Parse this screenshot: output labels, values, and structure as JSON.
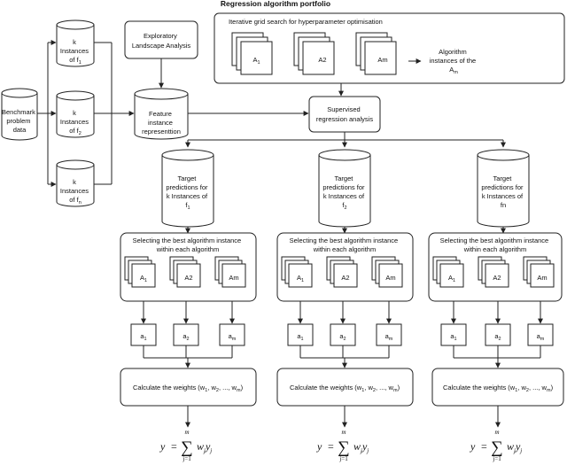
{
  "title": "Regression algorithm portfolio",
  "benchmark": {
    "line1": "Benchmark",
    "line2": "problem",
    "line3": "data"
  },
  "instance_dbs": [
    {
      "l1": "k",
      "l2": "Instances",
      "l3": "of f",
      "sub": "1"
    },
    {
      "l1": "k",
      "l2": "Instances",
      "l3": "of f",
      "sub": "2"
    },
    {
      "l1": "k",
      "l2": "Instances",
      "l3": "of f",
      "sub": "n"
    }
  ],
  "ela": {
    "line1": "Exploratory",
    "line2": "Landscape Analysis"
  },
  "feature": {
    "line1": "Feature",
    "line2": "instance",
    "line3": "representtion"
  },
  "grid": {
    "title": "Iterative grid search for hyperparameter optimisation",
    "algos": [
      {
        "main": "A",
        "sub": "1"
      },
      {
        "main": "A2",
        "sub": ""
      },
      {
        "main": "Am",
        "sub": ""
      }
    ],
    "instances_label": {
      "line1": "Algorithm",
      "line2": "instances of the",
      "line3": "A",
      "sub": "m"
    }
  },
  "supervised": {
    "line1": "Supervised",
    "line2": "regression analysis"
  },
  "columns": [
    {
      "target": {
        "l1": "Target",
        "l2": "predictions for",
        "l3": "k Instances of",
        "l4": "f",
        "sub": "1"
      },
      "select": {
        "line1": "Selecting the best algorithm instance",
        "line2": "within each algorithm"
      },
      "algos": [
        {
          "main": "A",
          "sub": "1"
        },
        {
          "main": "A2",
          "sub": ""
        },
        {
          "main": "Am",
          "sub": ""
        }
      ],
      "best": [
        {
          "main": "a",
          "sub": "1"
        },
        {
          "main": "a",
          "sub": "2"
        },
        {
          "main": "a",
          "sub": "m"
        }
      ],
      "weights": {
        "prefix": "Calculate the weights (w",
        "s1": "1",
        "mid1": ", w",
        "s2": "2",
        "mid2": ", ..., w",
        "s3": "m",
        "suffix": ")"
      }
    },
    {
      "target": {
        "l1": "Target",
        "l2": "predictions for",
        "l3": "k Instances of",
        "l4": "f",
        "sub": "2"
      },
      "select": {
        "line1": "Selecting the best algorithm instance",
        "line2": "within each algorithm"
      },
      "algos": [
        {
          "main": "A",
          "sub": "1"
        },
        {
          "main": "A2",
          "sub": ""
        },
        {
          "main": "Am",
          "sub": ""
        }
      ],
      "best": [
        {
          "main": "a",
          "sub": "1"
        },
        {
          "main": "a",
          "sub": "2"
        },
        {
          "main": "a",
          "sub": "m"
        }
      ],
      "weights": {
        "prefix": "Calculate the weights (w",
        "s1": "1",
        "mid1": ", w",
        "s2": "2",
        "mid2": ", ..., w",
        "s3": "m",
        "suffix": ")"
      }
    },
    {
      "target": {
        "l1": "Target",
        "l2": "predictions for",
        "l3": "k Instances of",
        "l4": "fn",
        "sub": ""
      },
      "select": {
        "line1": "Selecting the best algorithm instance",
        "line2": "within each algorithm"
      },
      "algos": [
        {
          "main": "A",
          "sub": "1"
        },
        {
          "main": "A2",
          "sub": ""
        },
        {
          "main": "Am",
          "sub": ""
        }
      ],
      "best": [
        {
          "main": "a",
          "sub": "1"
        },
        {
          "main": "a",
          "sub": "2"
        },
        {
          "main": "a",
          "sub": "m"
        }
      ],
      "weights": {
        "prefix": "Calculate the weights (w",
        "s1": "1",
        "mid1": ", w",
        "s2": "2",
        "mid2": ", ..., w",
        "s3": "m",
        "suffix": ")"
      }
    }
  ],
  "formula": {
    "lhs": "y",
    "eq": "=",
    "sigma": "∑",
    "upper": "m",
    "lower": "j=1",
    "term_w": "w",
    "term_y": "y",
    "idx": "j"
  }
}
